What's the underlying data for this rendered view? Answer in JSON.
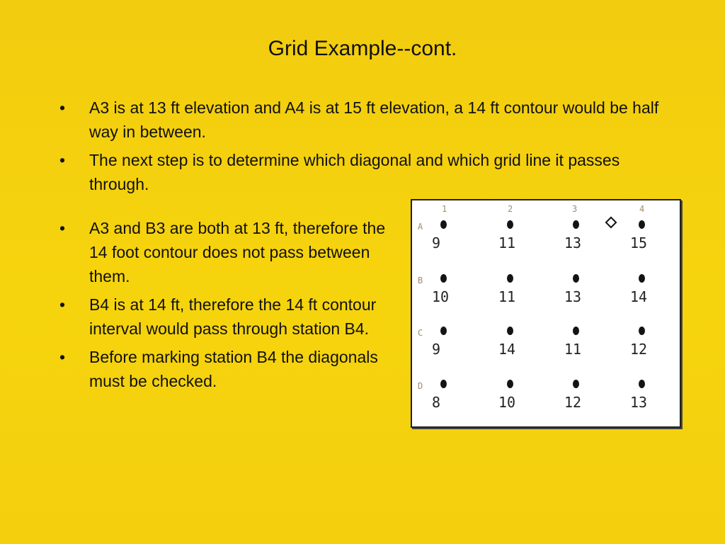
{
  "slide": {
    "title": "Grid Example--cont.",
    "bullet_symbol": "•",
    "top_bullets": [
      "A3 is at 13 ft elevation and A4 is at 15 ft elevation, a 14 ft contour would be half way in between.",
      "The next step is to determine which diagonal and which grid line it passes through."
    ],
    "side_bullets": [
      "A3 and B3 are both at 13 ft, therefore the 14 foot contour does not pass between them.",
      "B4 is at 14 ft, therefore the 14 ft contour interval would pass through station B4.",
      "Before marking station B4 the diagonals must be checked."
    ]
  },
  "grid": {
    "columns": [
      "1",
      "2",
      "3",
      "4"
    ],
    "rows": [
      {
        "label": "A",
        "elevations": [
          "9",
          "11",
          "13",
          "15"
        ]
      },
      {
        "label": "B",
        "elevations": [
          "10",
          "11",
          "13",
          "14"
        ]
      },
      {
        "label": "C",
        "elevations": [
          "9",
          "14",
          "11",
          "12"
        ]
      },
      {
        "label": "D",
        "elevations": [
          "8",
          "10",
          "12",
          "13"
        ]
      }
    ],
    "marker": "diamond-between-A3-A4"
  }
}
